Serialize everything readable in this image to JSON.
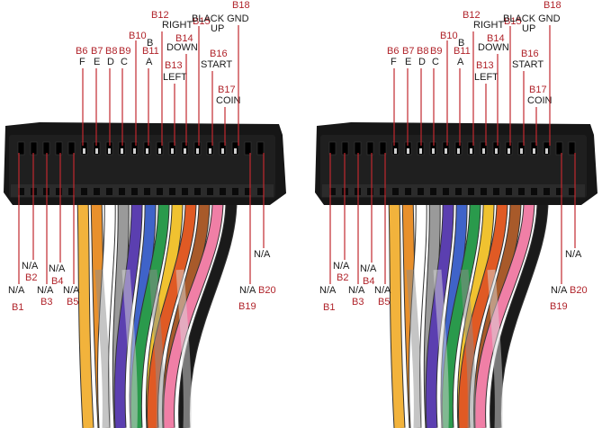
{
  "colors": {
    "code_label": "#b0232a",
    "function_label": "#1a1a1a",
    "leader_line": "#c0282e",
    "connector_body": "#161616"
  },
  "connectors": [
    {
      "top_pins": [
        {
          "code": "B6",
          "func": "F"
        },
        {
          "code": "B7",
          "func": "E"
        },
        {
          "code": "B8",
          "func": "D"
        },
        {
          "code": "B9",
          "func": "C"
        },
        {
          "code": "B10",
          "func": "B"
        },
        {
          "code": "B11",
          "func": "A"
        },
        {
          "code": "B12",
          "func": "RIGHT"
        },
        {
          "code": "B13",
          "func": "LEFT"
        },
        {
          "code": "B14",
          "func": "DOWN"
        },
        {
          "code": "B15",
          "func": "UP"
        },
        {
          "code": "B16",
          "func": "START"
        },
        {
          "code": "B17",
          "func": "COIN"
        },
        {
          "code": "B18",
          "func": "BLACK GND"
        }
      ],
      "bottom_pins": [
        {
          "code": "B1",
          "func": "N/A"
        },
        {
          "code": "B2",
          "func": "N/A"
        },
        {
          "code": "B3",
          "func": "N/A"
        },
        {
          "code": "B4",
          "func": "N/A"
        },
        {
          "code": "B5",
          "func": "N/A"
        },
        {
          "code": "B19",
          "func": "N/A"
        },
        {
          "code": "B20",
          "func": "N/A"
        }
      ]
    },
    {
      "top_pins": [
        {
          "code": "B6",
          "func": "F"
        },
        {
          "code": "B7",
          "func": "E"
        },
        {
          "code": "B8",
          "func": "D"
        },
        {
          "code": "B9",
          "func": "C"
        },
        {
          "code": "B10",
          "func": "B"
        },
        {
          "code": "B11",
          "func": "A"
        },
        {
          "code": "B12",
          "func": "RIGHT"
        },
        {
          "code": "B13",
          "func": "LEFT"
        },
        {
          "code": "B14",
          "func": "DOWN"
        },
        {
          "code": "B15",
          "func": "UP"
        },
        {
          "code": "B16",
          "func": "START"
        },
        {
          "code": "B17",
          "func": "COIN"
        },
        {
          "code": "B18",
          "func": "BLACK GND"
        }
      ],
      "bottom_pins": [
        {
          "code": "B1",
          "func": "N/A"
        },
        {
          "code": "B2",
          "func": "N/A"
        },
        {
          "code": "B3",
          "func": "N/A"
        },
        {
          "code": "B4",
          "func": "N/A"
        },
        {
          "code": "B5",
          "func": "N/A"
        },
        {
          "code": "B19",
          "func": "N/A"
        },
        {
          "code": "B20",
          "func": "N/A"
        }
      ]
    }
  ],
  "wire_colors": [
    "#f2b33c",
    "#e8902c",
    "#ffffff",
    "#9a9a9a",
    "#5b3fb0",
    "#3f63c9",
    "#2a9a4c",
    "#f0c230",
    "#e05a24",
    "#a85a2a",
    "#f07fa6",
    "#1a1a1a"
  ]
}
